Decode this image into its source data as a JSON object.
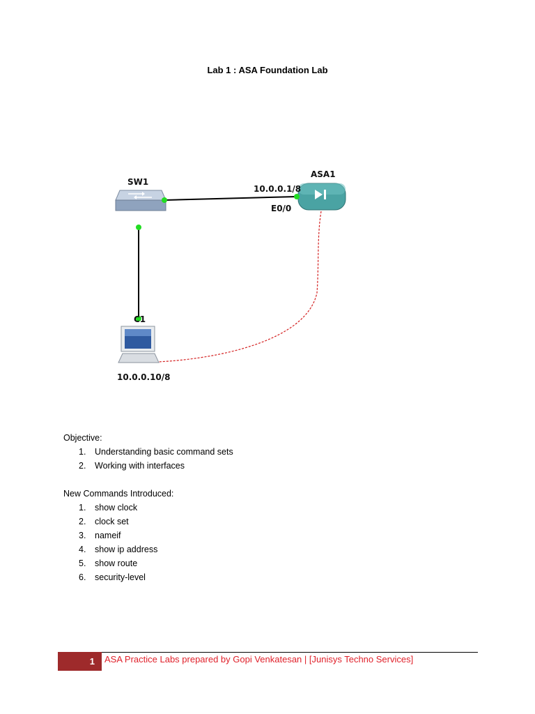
{
  "title": "Lab 1 : ASA Foundation Lab",
  "topology": {
    "sw1_label": "SW1",
    "asa1_label": "ASA1",
    "asa_ip": "10.0.0.1/8",
    "asa_interface": "E0/0",
    "pc_label": "C1",
    "pc_ip": "10.0.0.10/8"
  },
  "objective": {
    "heading": "Objective:",
    "items": [
      {
        "num": "1.",
        "text": "Understanding basic command sets"
      },
      {
        "num": "2.",
        "text": "Working with interfaces"
      }
    ]
  },
  "commands": {
    "heading": "New Commands Introduced:",
    "items": [
      {
        "num": "1.",
        "text": "show clock"
      },
      {
        "num": "2.",
        "text": "clock set"
      },
      {
        "num": "3.",
        "text": "nameif"
      },
      {
        "num": "4.",
        "text": "show ip address"
      },
      {
        "num": "5.",
        "text": "show route"
      },
      {
        "num": "6.",
        "text": "security-level"
      }
    ]
  },
  "footer": {
    "page_number": "1",
    "text": "ASA Practice Labs prepared by Gopi Venkatesan | [Junisys Techno Services]"
  }
}
